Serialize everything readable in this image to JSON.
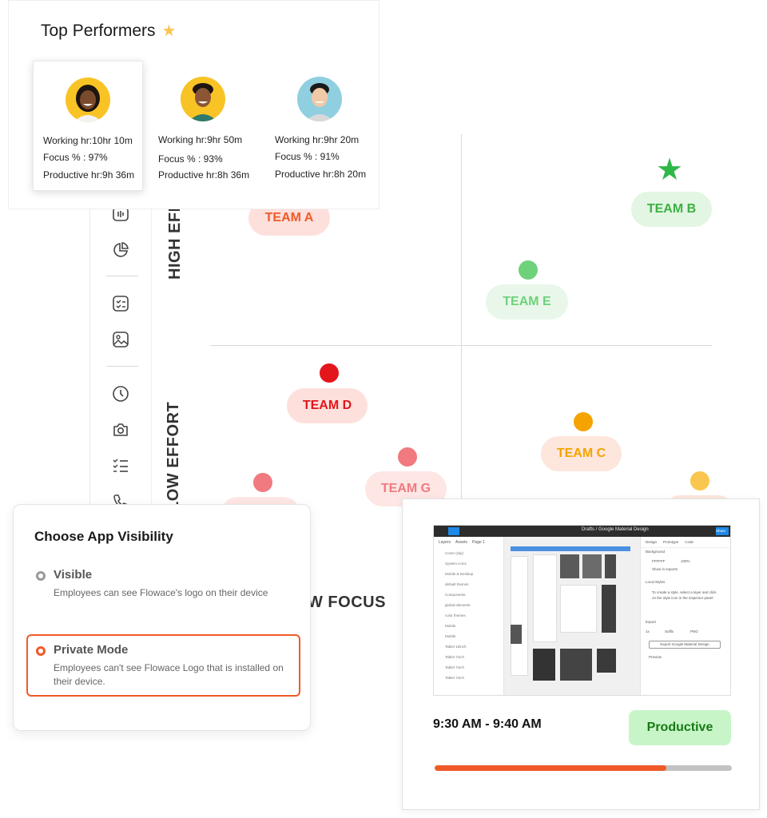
{
  "quadrant": {
    "y_axis_high": "HIGH EFFC",
    "y_axis_low": "LOW EFFORT",
    "x_axis_low": "W FOCUS",
    "teams": [
      {
        "name": "TEAM A",
        "text_color": "#f05a28",
        "bg": "#fde0dc"
      },
      {
        "name": "TEAM B",
        "text_color": "#3cb043",
        "bg": "#e3f5e3"
      },
      {
        "name": "TEAM E",
        "text_color": "#6fd17a",
        "bg": "#e8f7ea"
      },
      {
        "name": "TEAM D",
        "text_color": "#e3161c",
        "bg": "#fde0dc"
      },
      {
        "name": "TEAM C",
        "text_color": "#f5a300",
        "bg": "#fde6dc"
      },
      {
        "name": "TEAM G",
        "text_color": "#f07a80",
        "bg": "#fde6e4"
      }
    ],
    "colors": {
      "star": "#2fb84a",
      "green_dot": "#6fd17a",
      "red_dot": "#e3161c",
      "orange_dot": "#f5a300",
      "pink_dot": "#f07a80",
      "yellow_dot": "#f9c74f"
    }
  },
  "rail": {
    "icons": [
      "timeline-icon",
      "pie-chart-icon",
      "checklist-icon",
      "image-icon",
      "clock-icon",
      "camera-icon",
      "task-list-icon",
      "phone-icon"
    ]
  },
  "performers": {
    "title": "Top Performers",
    "people": [
      {
        "working": "Working hr:10hr 10m",
        "focus": "Focus % : 97%",
        "productive": "Productive hr:9h 36m"
      },
      {
        "working": "Working hr:9hr 50m",
        "focus": "Focus % : 93%",
        "productive": "Productive hr:8h 36m"
      },
      {
        "working": "Working hr:9hr 20m",
        "focus": "Focus % : 91%",
        "productive": "Productive hr:8h 20m"
      }
    ]
  },
  "visibility": {
    "title": "Choose App Visibility",
    "options": [
      {
        "label": "Visible",
        "description": "Employees can see Flowace's logo on their device",
        "selected": false
      },
      {
        "label": "Private Mode",
        "description": "Employees can't see Flowace Logo that is installed on their device.",
        "selected": true
      }
    ],
    "accent": "#f05a28"
  },
  "activity": {
    "time_range": "9:30 AM - 9:40 AM",
    "status": "Productive",
    "progress": 0.78,
    "screenshot": {
      "app_title": "Drafts / Google Material Design",
      "left_tabs": [
        "Layers",
        "Assets",
        "Page 1"
      ],
      "right_tabs": [
        "Design",
        "Prototype",
        "Code"
      ],
      "layers": [
        "Cover (wip)",
        "System icons",
        "Mobile & Desktop",
        "default themes",
        "Components",
        "global elements",
        "color themes",
        "Mobile",
        "Mobile",
        "Tablet 10inch",
        "Tablet 7inch",
        "Tablet 7inch",
        "Tablet 7inch"
      ],
      "panel": {
        "background": "Background",
        "hex": "FFFFFF",
        "opacity": "100%",
        "show_exports": "Show in exports",
        "local_styles": "Local Styles",
        "style_hint": "To create a style, select a layer and click on the style icon in the inspector panel",
        "export": "Export",
        "export_button": "Export Google Material Design",
        "preview": "Preview",
        "scale": "1x",
        "suffix": "Suffix",
        "format": "PNG",
        "share": "Share"
      }
    }
  }
}
